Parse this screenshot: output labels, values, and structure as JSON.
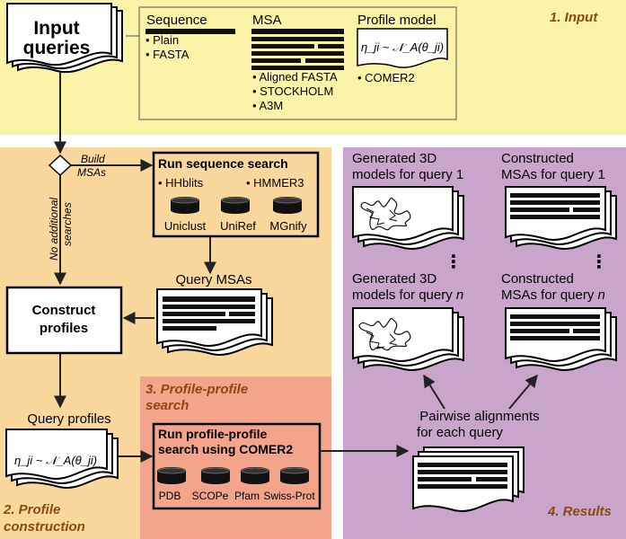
{
  "input": {
    "panel_title": "1. Input",
    "queries_line1": "Input",
    "queries_line2": "queries",
    "sequence_header": "Sequence",
    "sequence_formats": [
      "Plain",
      "FASTA"
    ],
    "msa_header": "MSA",
    "msa_formats": [
      "Aligned FASTA",
      "STOCKHOLM",
      "A3M"
    ],
    "profile_header": "Profile model",
    "profile_formula": "η_ji ~ 𝒩_A(θ_ji)",
    "profile_formats": [
      "COMER2"
    ]
  },
  "construction": {
    "panel_title_line1": "2. Profile",
    "panel_title_line2": "construction",
    "build_msas_line1": "Build",
    "build_msas_line2": "MSAs",
    "no_additional_line1": "No additional",
    "no_additional_line2": "searches",
    "search_box_title": "Run sequence search",
    "tools": [
      "HHblits",
      "HMMER3"
    ],
    "databases": [
      "Uniclust",
      "UniRef",
      "MGnify"
    ],
    "query_msas_label": "Query MSAs",
    "construct_line1": "Construct",
    "construct_line2": "profiles",
    "query_profiles_label": "Query profiles",
    "profiles_formula": "η_ji ~ 𝒩_A(θ_ji)"
  },
  "search": {
    "panel_title_line1": "3. Profile-profile",
    "panel_title_line2": "search",
    "box_title_line1": "Run profile-profile",
    "box_title_line2": "search using COMER2",
    "databases": [
      "PDB",
      "SCOPe",
      "Pfam",
      "Swiss-Prot"
    ]
  },
  "results": {
    "panel_title": "4. Results",
    "models_q1_line1": "Generated 3D",
    "models_q1_line2": "models for query 1",
    "msas_q1_line1": "Constructed",
    "msas_q1_line2": "MSAs for query 1",
    "models_qn_line1": "Generated 3D",
    "models_qn_line2": "models for query ",
    "msas_qn_line1": "Constructed",
    "msas_qn_line2": "MSAs for query ",
    "n_symbol": "n",
    "ellipsis": "⋮",
    "pairwise_line1": "Pairwise alignments",
    "pairwise_line2": "for each query"
  },
  "colors": {
    "input_bg": "#fbf3a8",
    "construction_bg": "#f9d79d",
    "search_bg": "#f3a48a",
    "results_bg": "#c9a5cc",
    "panel_title": "#8a4a10"
  }
}
